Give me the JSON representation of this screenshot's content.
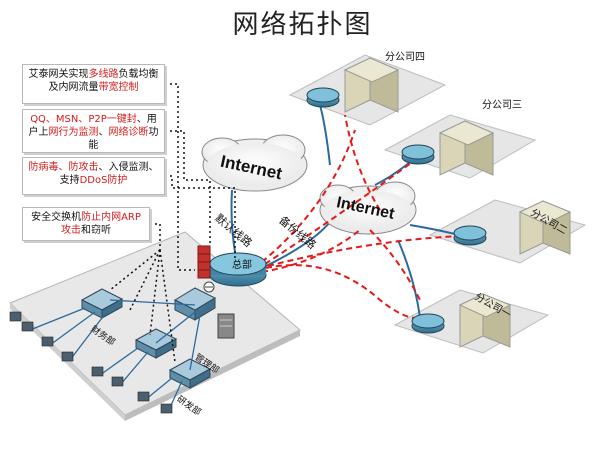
{
  "title": "网络拓扑图",
  "callouts": [
    {
      "parts": [
        [
          "艾泰网关实现",
          false
        ],
        [
          "多线路",
          true
        ],
        [
          "负载均衡及内网流量",
          false
        ],
        [
          "带宽控制",
          true
        ]
      ]
    },
    {
      "parts": [
        [
          "QQ、MSN、P2P一键封",
          true
        ],
        [
          "、用户上",
          false
        ],
        [
          "网行为监测",
          true
        ],
        [
          "、",
          false
        ],
        [
          "网络诊断",
          true
        ],
        [
          "功能",
          false
        ]
      ]
    },
    {
      "parts": [
        [
          "防病毒、防攻击",
          true
        ],
        [
          "、入侵监测、支持",
          false
        ],
        [
          "DDoS防护",
          true
        ]
      ]
    },
    {
      "parts": [
        [
          "安全交换机",
          false
        ],
        [
          "防止内网ARP攻击",
          true
        ],
        [
          "和窃听",
          false
        ]
      ]
    }
  ],
  "clouds": {
    "internet_left": "Internet",
    "internet_right": "Internet"
  },
  "line_labels": {
    "default_line": "默认线路",
    "backup_line": "备份线路",
    "hq": "总部"
  },
  "branches": {
    "b4": "分公司四",
    "b3": "分公司三",
    "b2": "分公司二",
    "b1": "分公司一"
  },
  "departments": {
    "finance": "财务部",
    "management": "管理部",
    "rnd": "研发部"
  },
  "colors": {
    "red_text": "#d41b1b",
    "vpn_line": "#e41a1a",
    "router": "#4a93b6",
    "platform": "#e6e6e6",
    "building": "#cdc9a8"
  }
}
